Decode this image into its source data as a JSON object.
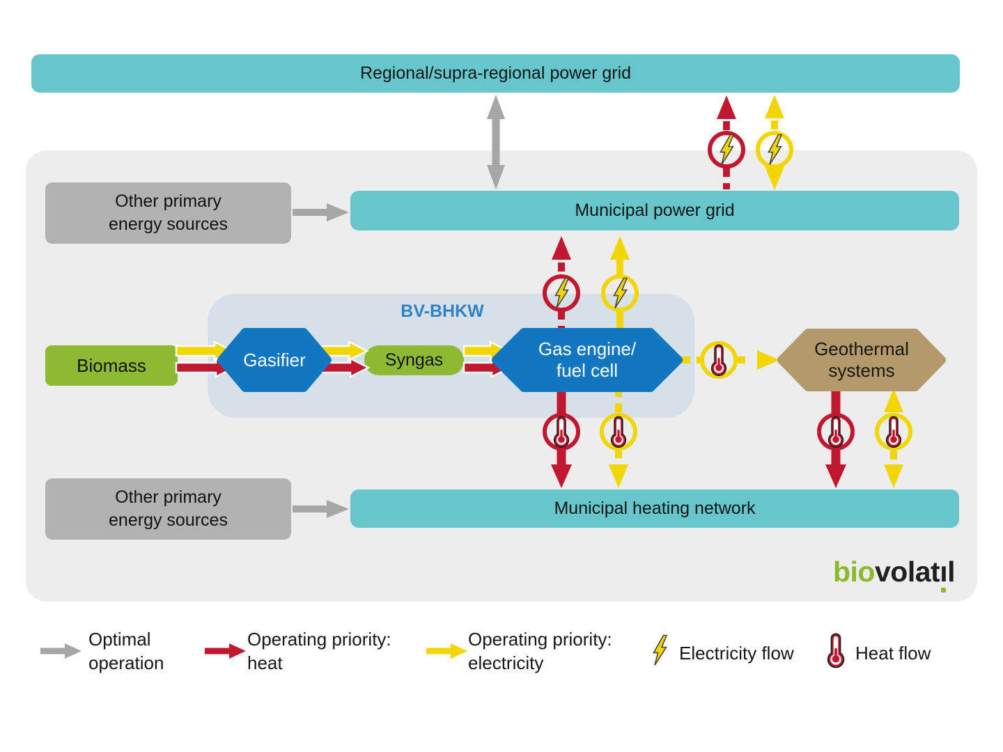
{
  "palette": {
    "teal": "#66c6cc",
    "container_gray": "#ededee",
    "box_gray": "#b3b2b2",
    "arrow_gray": "#a6a6a6",
    "panel_blue": "#d6e0e9",
    "node_blue": "#1277c0",
    "label_blue": "#3181c4",
    "node_green": "#8eb933",
    "node_tan": "#b49a6b",
    "flow_red": "#c1172f",
    "flow_yellow": "#f2d600",
    "text_dark": "#1a1a1a",
    "logo_green": "#8cb82d",
    "logo_dark": "#20201e"
  },
  "nodes": {
    "regional_grid": "Regional/supra-regional power grid",
    "other_primary_top": "Other primary\nenergy sources",
    "municipal_power_grid": "Municipal power grid",
    "bv_bhkw": "BV-BHKW",
    "biomass": "Biomass",
    "gasifier": "Gasifier",
    "syngas": "Syngas",
    "gas_engine": "Gas engine/\nfuel cell",
    "geothermal": "Geothermal\nsystems",
    "other_primary_bottom": "Other primary\nenergy sources",
    "municipal_heating": "Municipal heating network"
  },
  "logo": {
    "bio": "bio",
    "volat": "volat",
    "il": "ıl"
  },
  "legend": {
    "items": [
      {
        "icon": "gray-arrow-icon",
        "label": "Optimal\noperation"
      },
      {
        "icon": "red-arrow-icon",
        "label": "Operating priority:\nheat"
      },
      {
        "icon": "yellow-arrow-icon",
        "label": "Operating priority:\nelectricity"
      },
      {
        "icon": "lightning-bolt-icon",
        "label": "Electricity flow"
      },
      {
        "icon": "thermometer-icon",
        "label": "Heat flow"
      }
    ]
  }
}
